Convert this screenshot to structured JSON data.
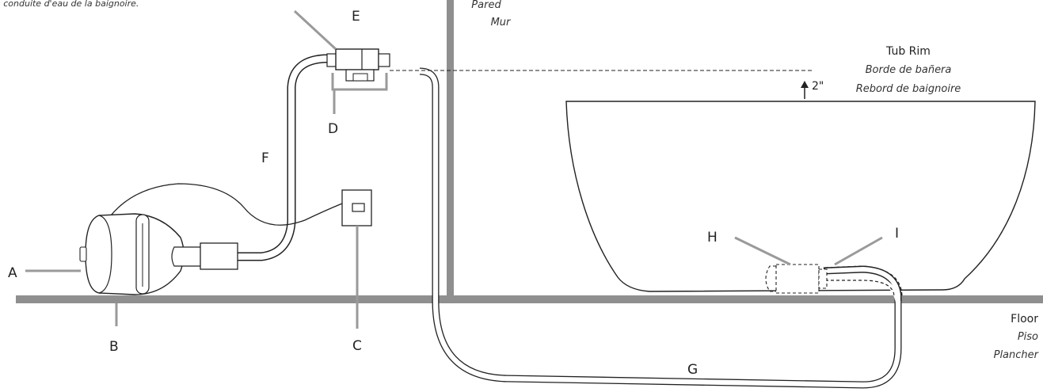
{
  "note_text": "a conduite d'eau de la baignoire.",
  "wall": {
    "en": "Pared",
    "fr": "Mur"
  },
  "tub_rim": {
    "en": "Tub Rim",
    "es": "Borde de bañera",
    "fr": "Rebord de baignoire"
  },
  "rise": "2\"",
  "floor": {
    "en": "Floor",
    "es": "Piso",
    "fr": "Plancher"
  },
  "letters": {
    "a": "A",
    "b": "B",
    "c": "C",
    "d": "D",
    "e": "E",
    "f": "F",
    "g": "G",
    "h": "H",
    "i": "I"
  },
  "colors": {
    "line": "#222222",
    "leader": "#9a9a9a",
    "floor": "#8f8f8f",
    "wall": "#8f8f8f"
  }
}
